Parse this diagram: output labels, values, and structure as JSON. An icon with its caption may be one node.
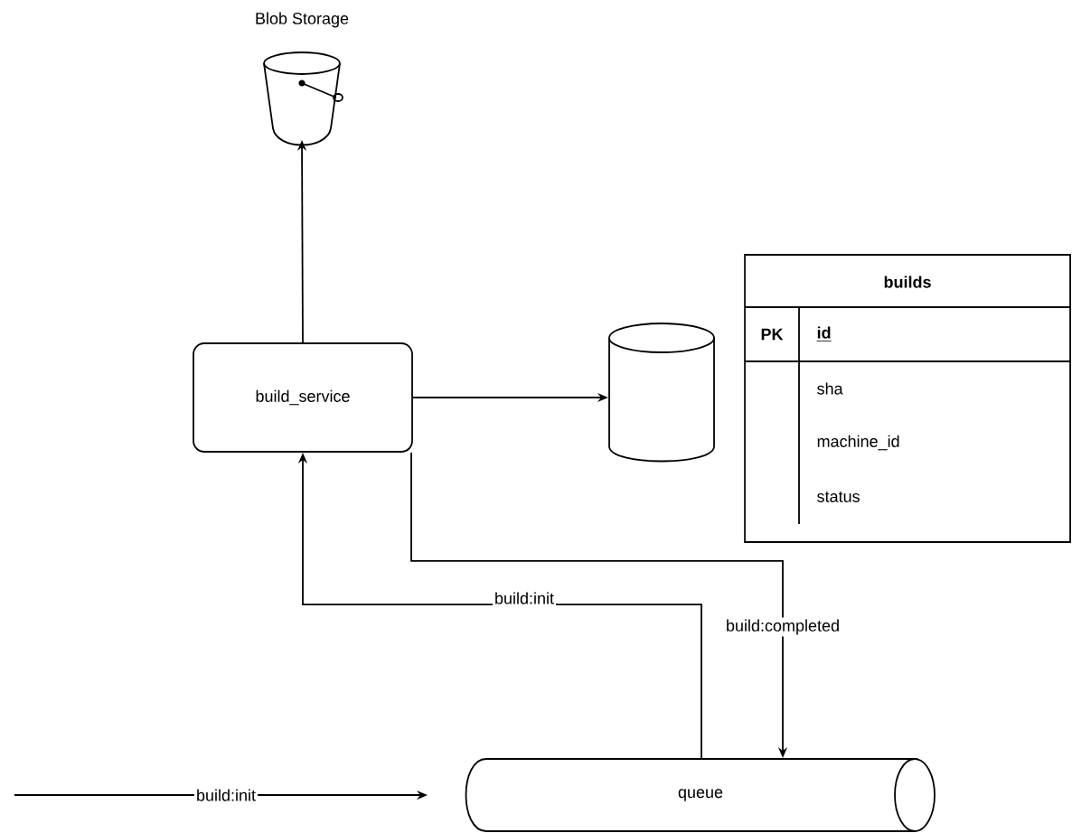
{
  "diagram": {
    "nodes": [
      {
        "text": [
          "Blob Storage"
        ]
      },
      {
        "text": [
          "build_service"
        ]
      },
      {
        "text": [],
        "shape": "cylinder"
      },
      {
        "text": [
          "builds",
          "PK",
          "id",
          "sha",
          "machine_id",
          "status"
        ]
      },
      {
        "text": [
          "queue"
        ]
      }
    ],
    "edges": [
      {
        "from": 1,
        "to": 0,
        "arrow": "to"
      },
      {
        "from": 1,
        "to": 2,
        "arrow": "to"
      },
      {
        "from": 1,
        "to": 4,
        "arrow": "to",
        "label": "build:completed"
      },
      {
        "from": 4,
        "to": 1,
        "arrow": "to",
        "label": "build:init"
      },
      {
        "from": null,
        "to": 4,
        "arrow": "to",
        "label": "build:init"
      }
    ]
  }
}
